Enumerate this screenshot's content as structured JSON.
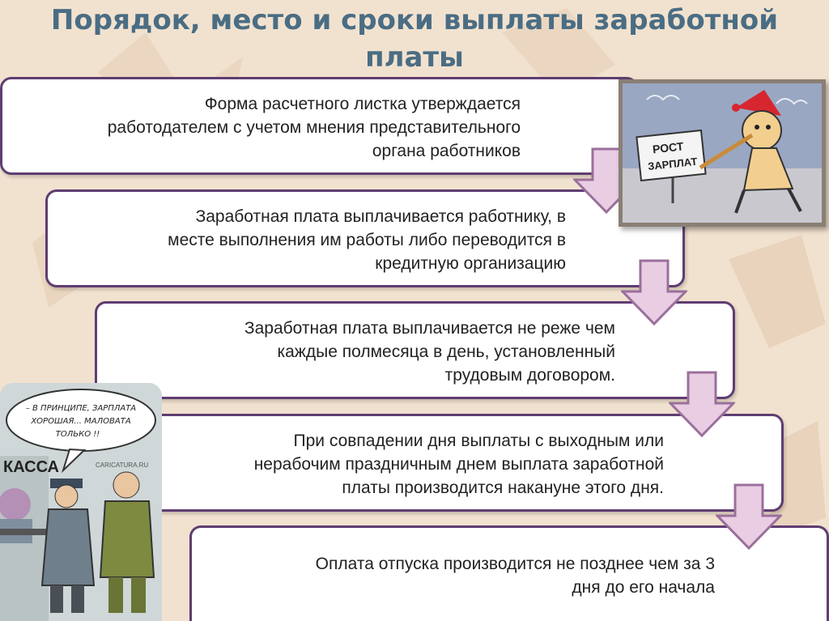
{
  "title": "Порядок, место и сроки выплаты заработной платы",
  "steps": [
    {
      "text_lines": [
        "Форма расчетного листка утверждается",
        "работодателем с учетом мнения представительного",
        "органа работников"
      ]
    },
    {
      "text_lines": [
        "Заработная плата выплачивается работнику, в",
        "месте выполнения им работы либо переводится в",
        "кредитную организацию"
      ]
    },
    {
      "text_lines": [
        "Заработная плата выплачивается не реже чем",
        "каждые полмесяца в день, установленный",
        "трудовым договором."
      ]
    },
    {
      "text_lines": [
        "При совпадении дня выплаты с выходным или",
        "нерабочим праздничным днем выплата заработной",
        "платы производится накануне этого дня."
      ]
    },
    {
      "text_lines": [
        "Оплата отпуска производится не позднее чем за 3",
        "дня до его начала"
      ]
    }
  ],
  "cartoon_top": {
    "sign_line1": "РОСТ",
    "sign_line2": "ЗАРПЛАТ"
  },
  "cartoon_bottom": {
    "bubble_lines": [
      "– В ПРИНЦИПЕ, ЗАРПЛАТА",
      "ХОРОШАЯ... МАЛОВАТА",
      "ТОЛЬКО !!"
    ],
    "kassa": "КАССА",
    "credit": "CARICATURA.RU"
  },
  "colors": {
    "title": "#4a6d84",
    "border": "#5f3d72",
    "arrow_fill": "#e8cde3",
    "arrow_stroke": "#9b6f9b"
  }
}
